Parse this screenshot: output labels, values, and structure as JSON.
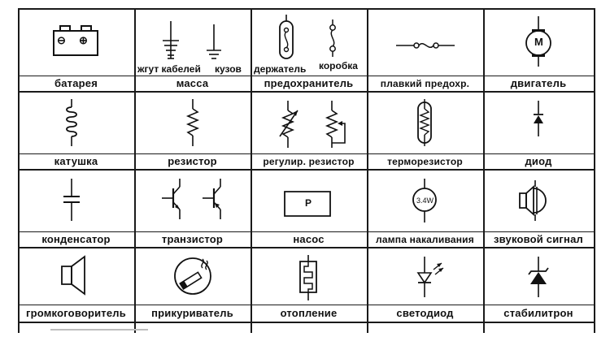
{
  "rows": [
    {
      "cells": [
        {
          "label": "батарея",
          "symbol": "battery-icon",
          "battery_minus": "⊖",
          "battery_plus": "⊕"
        },
        {
          "label": "масса",
          "symbol": "ground-icon",
          "sub_left": "жгут кабелей",
          "sub_right": "кузов"
        },
        {
          "label": "предохранитель",
          "symbol": "fuse-icon",
          "sub_left": "держатель",
          "sub_right": "коробка"
        },
        {
          "label": "плавкий предохр.",
          "symbol": "fusible-link-icon"
        },
        {
          "label": "двигатель",
          "symbol": "motor-icon",
          "motor_letter": "M"
        }
      ]
    },
    {
      "cells": [
        {
          "label": "катушка",
          "symbol": "coil-icon"
        },
        {
          "label": "резистор",
          "symbol": "resistor-icon"
        },
        {
          "label": "регулир. резистор",
          "symbol": "variable-resistor-icon"
        },
        {
          "label": "терморезистор",
          "symbol": "thermistor-icon"
        },
        {
          "label": "диод",
          "symbol": "diode-icon"
        }
      ]
    },
    {
      "cells": [
        {
          "label": "конденсатор",
          "symbol": "capacitor-icon"
        },
        {
          "label": "транзистор",
          "symbol": "transistor-icon"
        },
        {
          "label": "насос",
          "symbol": "pump-icon",
          "pump_letter": "P"
        },
        {
          "label": "лампа накаливания",
          "symbol": "lamp-icon",
          "lamp_text": "3.4W"
        },
        {
          "label": "звуковой сигнал",
          "symbol": "horn-icon"
        }
      ]
    },
    {
      "cells": [
        {
          "label": "громкоговоритель",
          "symbol": "speaker-icon"
        },
        {
          "label": "прикуриватель",
          "symbol": "cigarette-lighter-icon"
        },
        {
          "label": "отопление",
          "symbol": "heater-icon"
        },
        {
          "label": "светодиод",
          "symbol": "led-icon"
        },
        {
          "label": "стабилитрон",
          "symbol": "zener-diode-icon"
        }
      ]
    }
  ]
}
